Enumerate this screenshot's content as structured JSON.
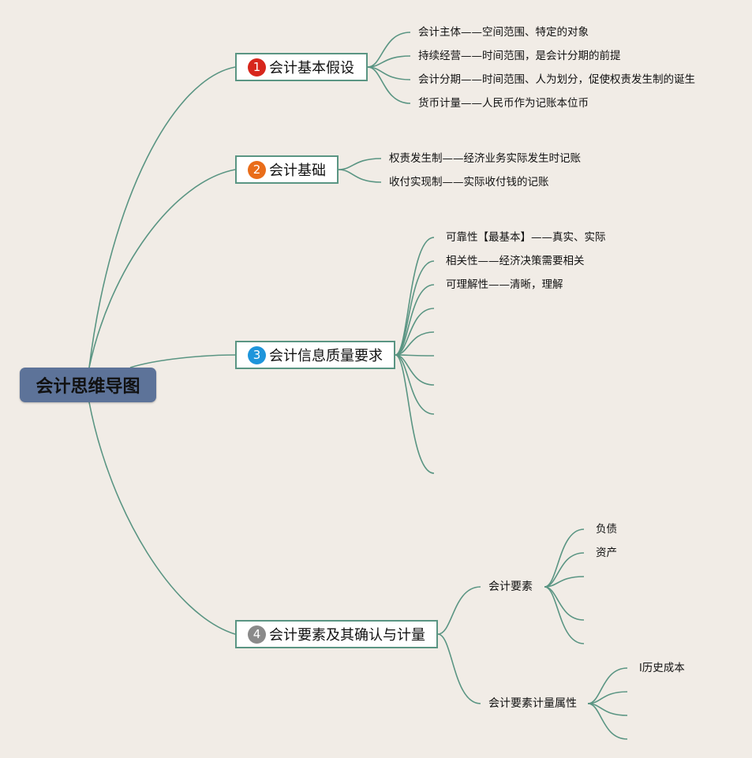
{
  "root": {
    "label": "会计思维导图"
  },
  "colors": {
    "line": "#5a9583",
    "root_bg": "#5d7399",
    "background": "#f1ece6"
  },
  "topics": [
    {
      "badge": "1",
      "badge_color": "#d7261c",
      "label": "会计基本假设",
      "children": [
        "会计主体——空间范围、特定的对象",
        "持续经营——时间范围，是会计分期的前提",
        "会计分期——时间范围、人为划分，促使权责发生制的诞生",
        "货币计量——人民币作为记账本位币"
      ]
    },
    {
      "badge": "2",
      "badge_color": "#e96d1a",
      "label": "会计基础",
      "children": [
        "权责发生制——经济业务实际发生时记账",
        "收付实现制——实际收付钱的记账"
      ]
    },
    {
      "badge": "3",
      "badge_color": "#1e95db",
      "label": "会计信息质量要求",
      "children": [
        "可靠性【最基本】——真实、实际",
        "相关性——经济决策需要相关",
        "可理解性——清晰，理解",
        "",
        "",
        "",
        "",
        "",
        ""
      ]
    },
    {
      "badge": "4",
      "badge_color": "#8a8a8a",
      "label": "会计要素及其确认与计量",
      "subtopics": [
        {
          "label": "会计要素",
          "children": [
            "负债",
            "资产",
            "",
            "",
            ""
          ]
        },
        {
          "label": "会计要素计量属性",
          "children": [
            "l历史成本",
            "",
            "",
            ""
          ]
        }
      ]
    }
  ]
}
